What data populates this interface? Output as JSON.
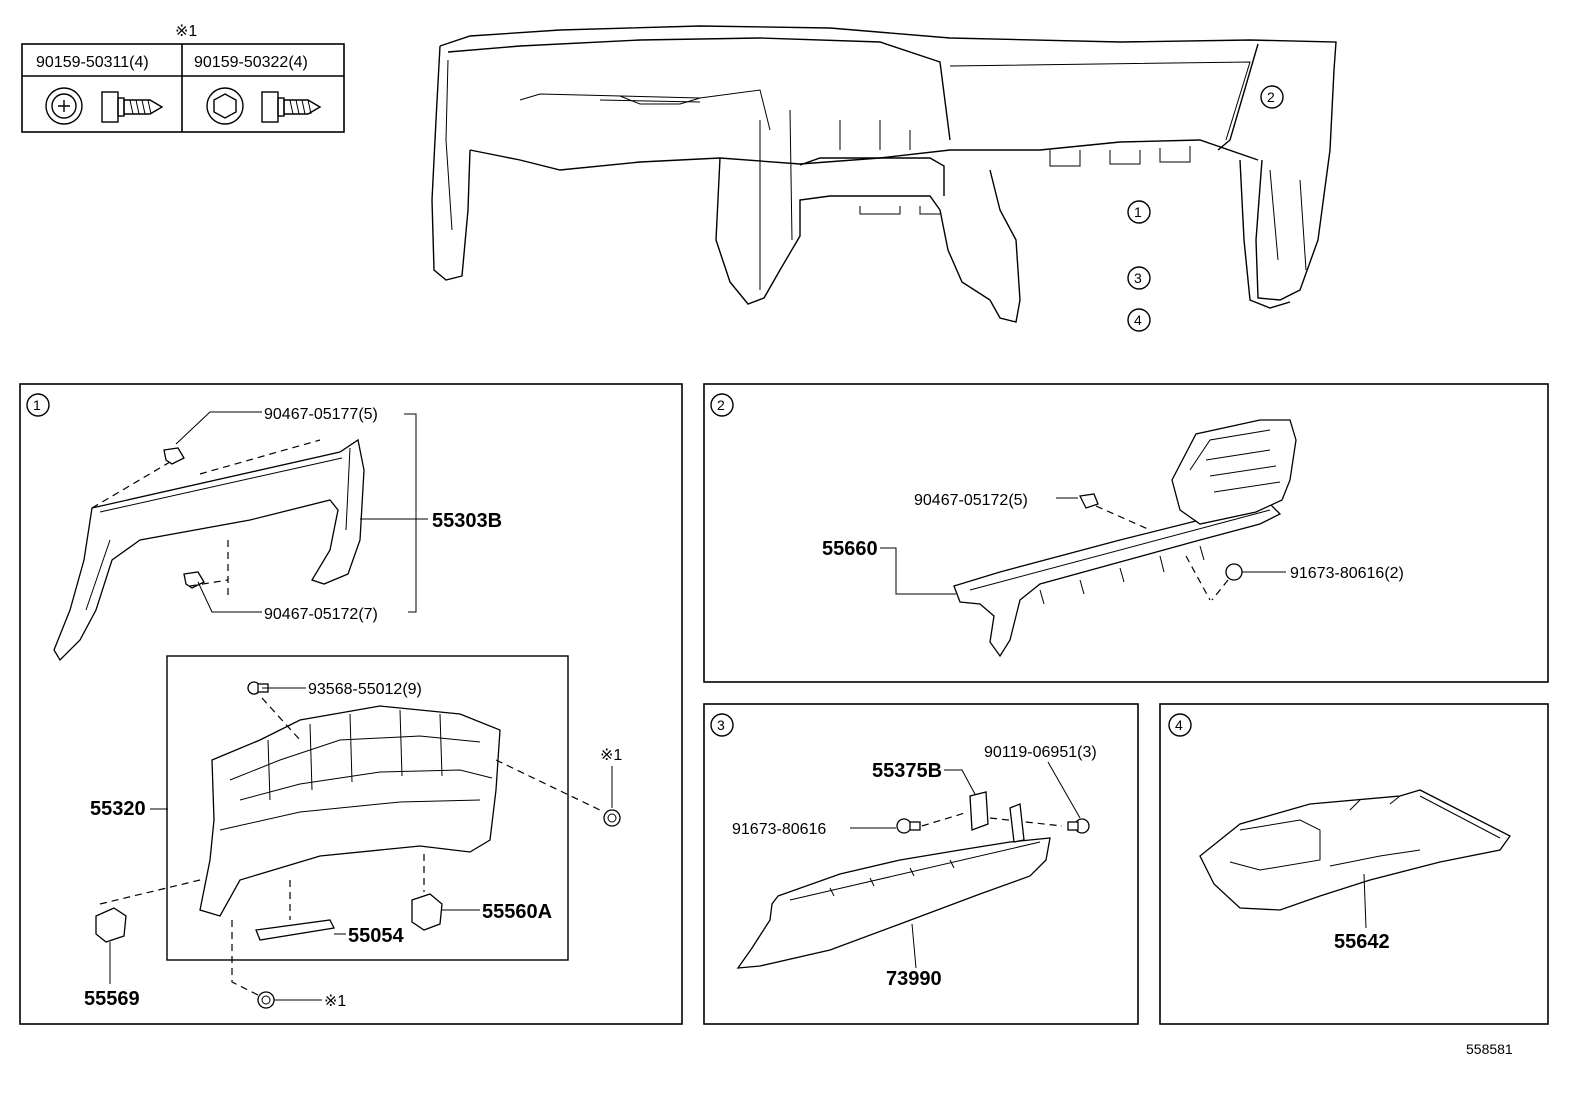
{
  "legend": {
    "note_mark": "※1",
    "columns": [
      {
        "part_no": "90159-50311(4)"
      },
      {
        "part_no": "90159-50322(4)"
      }
    ]
  },
  "overview": {
    "callouts": [
      "①",
      "②",
      "③",
      "④"
    ]
  },
  "panel1": {
    "index": "①",
    "labels": {
      "clip_top": "90467-05177(5)",
      "clip_bottom": "90467-05172(7)",
      "cover": "55303B",
      "screw": "93568-55012(9)",
      "box": "55320",
      "note_right": "※1",
      "note_bottom": "※1",
      "damper": "55560A",
      "rod": "55054",
      "stopper": "55569"
    }
  },
  "panel2": {
    "index": "②",
    "labels": {
      "clip": "90467-05172(5)",
      "panel": "55660",
      "screw": "91673-80616(2)"
    }
  },
  "panel3": {
    "index": "③",
    "labels": {
      "bracket": "55375B",
      "bolt": "90119-06951(3)",
      "screw": "91673-80616",
      "door": "73990"
    }
  },
  "panel4": {
    "index": "④",
    "labels": {
      "cover": "55642"
    }
  },
  "diagram_ref": "558581"
}
